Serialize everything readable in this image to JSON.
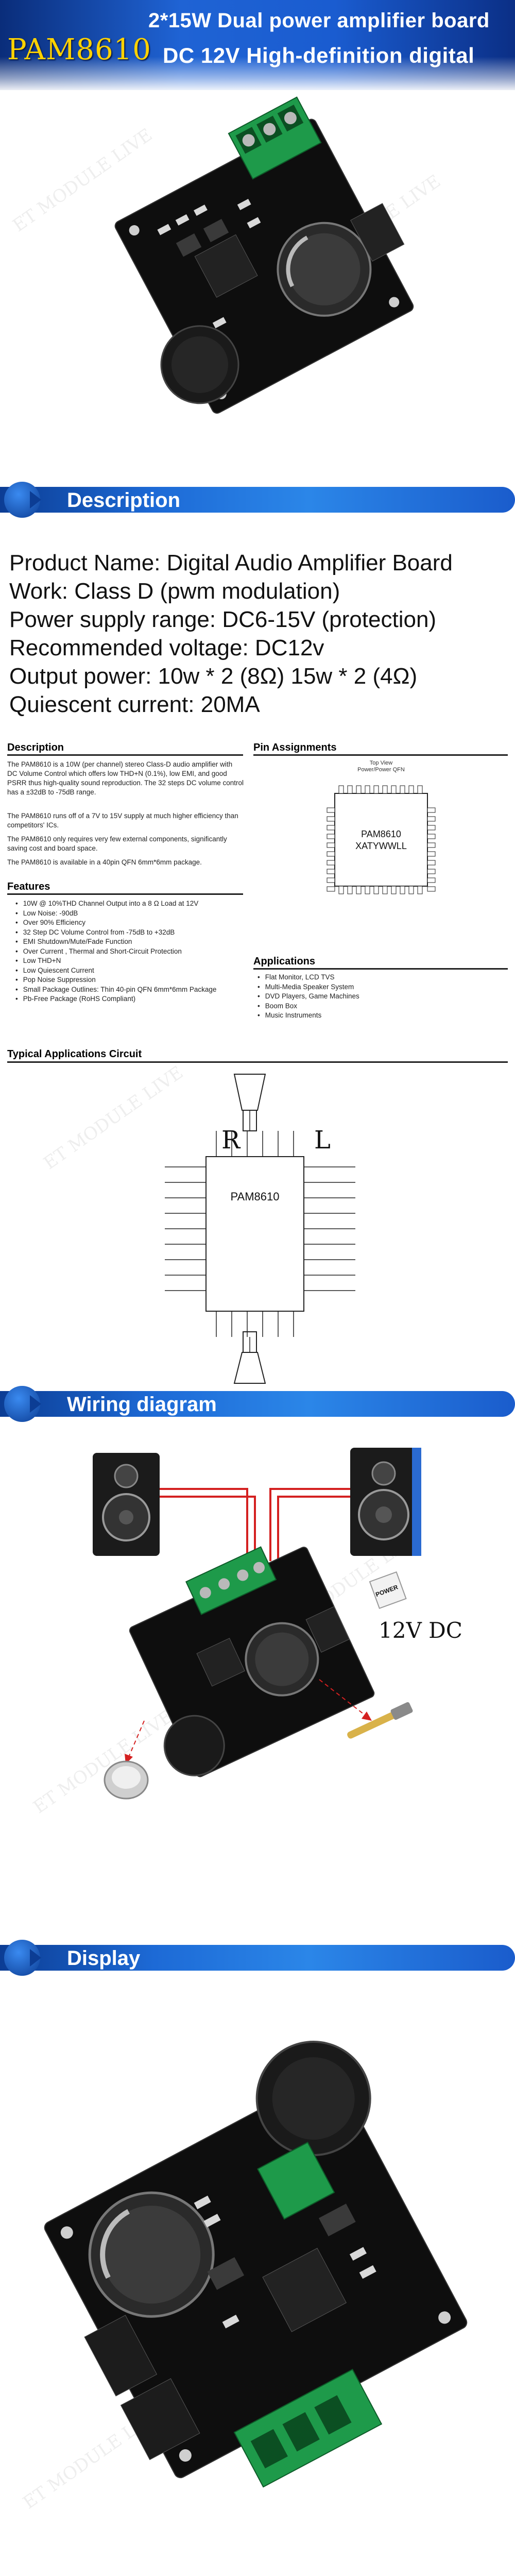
{
  "banner": {
    "brand": "PAM8610",
    "headline_1": "2*15W Dual power amplifier board",
    "headline_2": "DC 12V   High-definition digital"
  },
  "watermark": {
    "text": "ET MODULE LIVE"
  },
  "sections": {
    "description": "Description",
    "wiring": "Wiring diagram",
    "display": "Display"
  },
  "specs": [
    "Product Name: Digital Audio Amplifier Board",
    "Work: Class D (pwm modulation)",
    "Power supply range: DC6-15V (protection)",
    "Recommended voltage: DC12v",
    "Output power: 10w * 2 (8Ω) 15w * 2 (4Ω)",
    "Quiescent current: 20MA"
  ],
  "datasheet": {
    "description_head": "Description",
    "description_paras": [
      "The PAM8610 is a 10W (per channel) stereo Class-D audio amplifier with DC Volume Control which offers low THD+N (0.1%), low EMI, and good PSRR thus high-quality sound reproduction. The 32 steps DC volume control has a ±32dB to -75dB range.",
      "The PAM8610 runs off of a 7V to 15V supply at much higher efficiency than competitors' ICs.",
      "The PAM8610 only requires very few external components, significantly saving cost and board space.",
      "The PAM8610 is available in a 40pin QFN 6mm*6mm package."
    ],
    "features_head": "Features",
    "features": [
      "10W @ 10%THD Channel Output into a 8 Ω Load at 12V",
      "Low Noise: -90dB",
      "Over 90% Efficiency",
      "32 Step DC Volume Control from -75dB to +32dB",
      "EMI  Shutdown/Mute/Fade Function",
      "Over Current , Thermal and Short-Circuit Protection",
      "Low  THD+N",
      "Low Quiescent Current",
      "Pop Noise Suppression",
      "Small Package Outlines: Thin 40-pin QFN 6mm*6mm Package",
      "Pb-Free Package (RoHS Compliant)"
    ],
    "pin_head": "Pin Assignments",
    "pin_top_view": "Top View",
    "pin_top_view_2": "Power/Power QFN",
    "chip_name": "PAM8610",
    "chip_code": "XATYWWLL",
    "applications_head": "Applications",
    "applications": [
      "Flat Monitor, LCD TVS",
      "Multi-Media Speaker System",
      "DVD Players, Game Machines",
      "Boom  Box",
      "Music  Instruments"
    ],
    "typical_head": "Typical Applications Circuit",
    "typical_chip": "PAM8610"
  },
  "wiring": {
    "label_r": "R",
    "label_l": "L",
    "power_label": "12V  DC",
    "power_sticker": "POWER"
  },
  "colors": {
    "banner_blue": "#1f63d4",
    "brand_yellow": "#ffd200",
    "section_blue": "#1d6ad6",
    "board_black": "#111111",
    "terminal_green": "#1e9a4a",
    "wire_red": "#d42020"
  }
}
